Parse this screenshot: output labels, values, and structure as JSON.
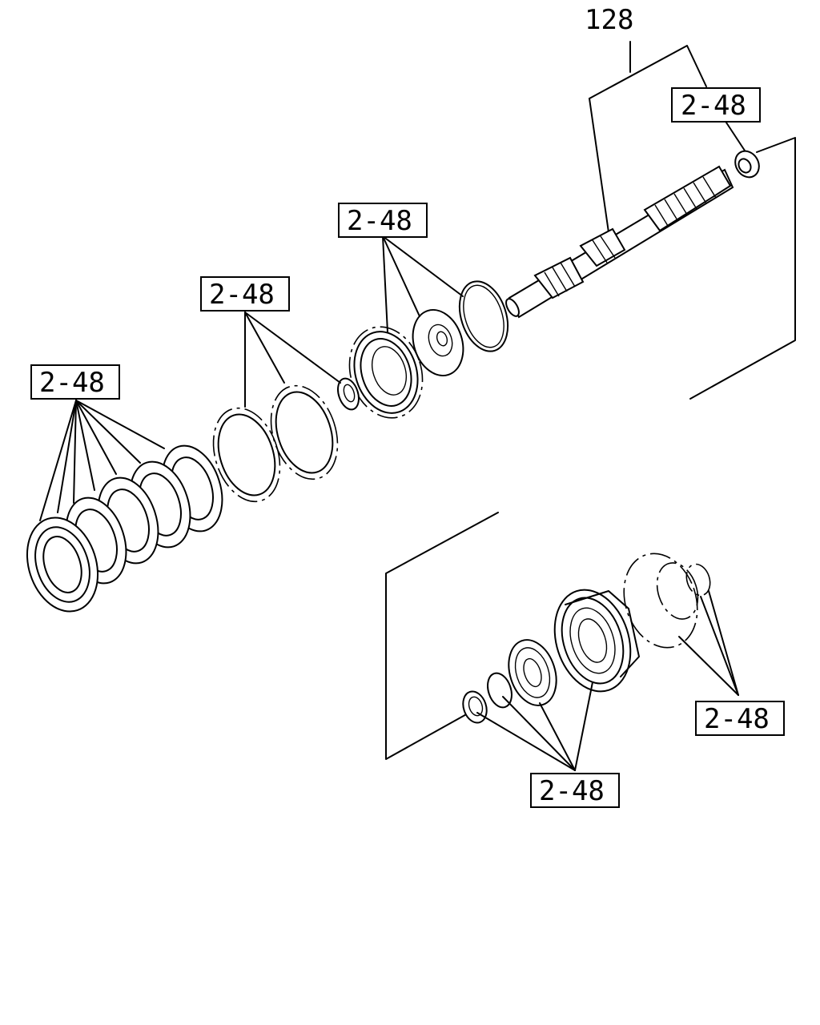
{
  "assembly": {
    "number": "128"
  },
  "callouts": [
    {
      "id": "upper-right",
      "label": "2-48"
    },
    {
      "id": "sun-gear-group",
      "label": "2-48"
    },
    {
      "id": "plates-pair",
      "label": "2-48"
    },
    {
      "id": "clutch-pack",
      "label": "2-48"
    },
    {
      "id": "lower-right",
      "label": "2-48"
    },
    {
      "id": "lower-center",
      "label": "2-48"
    }
  ]
}
